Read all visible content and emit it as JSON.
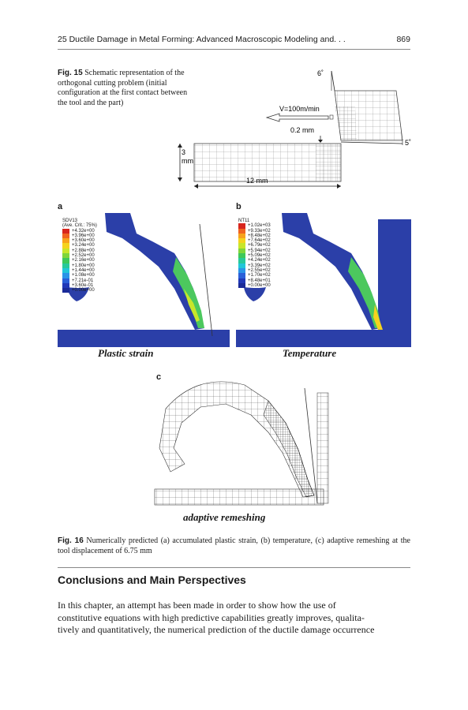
{
  "header": {
    "running_title": "25   Ductile Damage in Metal Forming: Advanced Macroscopic Modeling and. . .",
    "page_number": "869"
  },
  "fig15": {
    "label": "Fig. 15",
    "caption": "Schematic representation of the orthogonal cutting problem (initial configuration at the first contact between the tool and the part)",
    "angle_top": "6˚",
    "angle_right": "5˚",
    "velocity": "V=100m/min",
    "depth": "0.2 mm",
    "height_line1": "3",
    "height_line2": "mm",
    "length": "12 mm"
  },
  "fig16": {
    "panel_a": {
      "label": "a",
      "title": "Plastic strain",
      "legend_title": "SDV13",
      "legend_subtitle": "(Ave. Crit.: 75%)",
      "values": [
        "+4.32e+00",
        "+3.96e+00",
        "+3.60e+00",
        "+3.24e+00",
        "+2.88e+00",
        "+2.52e+00",
        "+2.16e+00",
        "+1.80e+00",
        "+1.44e+00",
        "+1.08e+00",
        "+7.21e-01",
        "+3.60e-01",
        "+0.00e+00"
      ]
    },
    "panel_b": {
      "label": "b",
      "title": "Temperature",
      "legend_title": "NT11",
      "values": [
        "+1.02e+03",
        "+9.33e+02",
        "+8.48e+02",
        "+7.64e+02",
        "+6.79e+02",
        "+5.94e+02",
        "+5.09e+02",
        "+4.24e+02",
        "+3.39e+02",
        "+2.55e+02",
        "+1.70e+02",
        "+8.48e+01",
        "+0.00e+00"
      ]
    },
    "panel_c": {
      "label": "c",
      "title": "adaptive remeshing"
    },
    "legend_colors": [
      "#d7261e",
      "#f06420",
      "#f7a21c",
      "#f5d31e",
      "#c8e62a",
      "#7fd63a",
      "#3ec85a",
      "#28c99a",
      "#22c6d8",
      "#2a94e8",
      "#2a5fd8",
      "#2038b8",
      "#1a2a98"
    ],
    "caption_label": "Fig. 16",
    "caption_text": "Numerically predicted (a) accumulated plastic strain, (b) temperature, (c) adaptive remeshing at the tool displacement of 6.75 mm"
  },
  "section": {
    "title": "Conclusions and Main Perspectives",
    "body_lines": [
      "In this chapter, an attempt has been made in order to show how the use of",
      "constitutive equations with high predictive capabilities greatly improves, qualita-",
      "tively and quantitatively, the numerical prediction of the ductile damage occurrence"
    ]
  }
}
